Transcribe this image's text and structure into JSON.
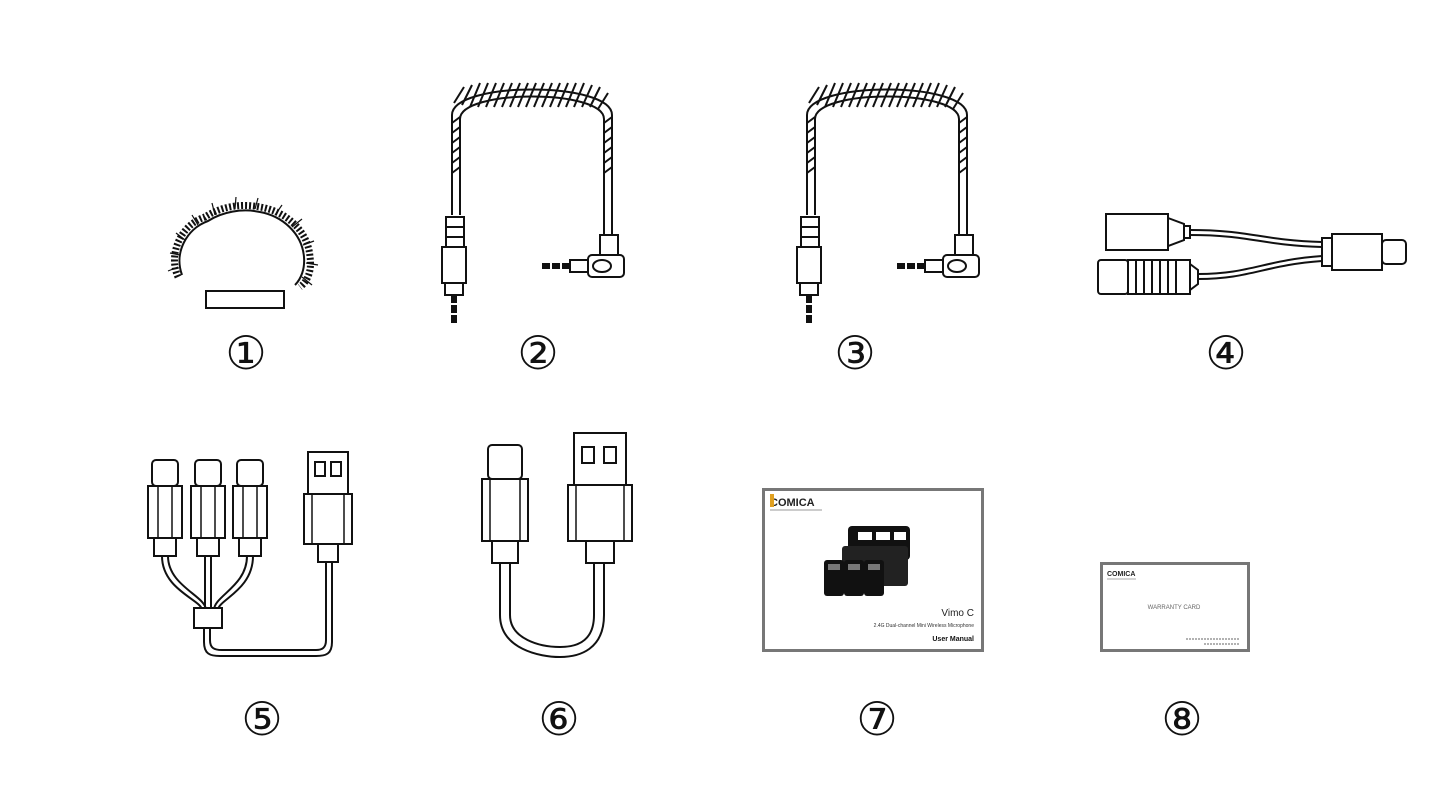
{
  "items": [
    {
      "number": "①",
      "icon": "fur-windscreen-icon"
    },
    {
      "number": "②",
      "icon": "coiled-trs-cable-icon"
    },
    {
      "number": "③",
      "icon": "coiled-trs-cable-icon"
    },
    {
      "number": "④",
      "icon": "usb-c-to-trs-adapter-icon"
    },
    {
      "number": "⑤",
      "icon": "usb-a-to-triple-usb-c-cable-icon"
    },
    {
      "number": "⑥",
      "icon": "usb-a-to-usb-c-cable-icon"
    },
    {
      "number": "⑦",
      "icon": "user-manual-icon"
    },
    {
      "number": "⑧",
      "icon": "warranty-card-icon"
    }
  ],
  "manual": {
    "brand": "COMICA",
    "product": "Vimo C",
    "subtitle": "2.4G Dual-channel Mini Wireless Microphone",
    "doc_title": "User Manual"
  },
  "warranty": {
    "brand": "COMICA",
    "title": "WARRANTY CARD"
  }
}
